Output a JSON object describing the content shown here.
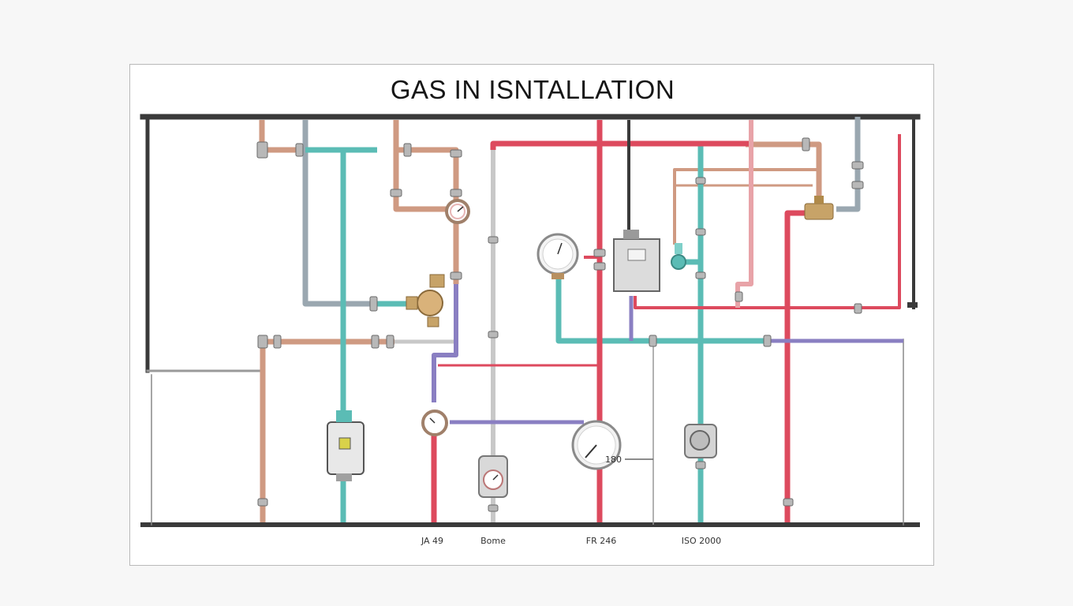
{
  "title": "GAS IN ISNTALLATION",
  "labels": {
    "side_value": "180",
    "bottom_1": "JA 49",
    "bottom_2": "Bome",
    "bottom_3": "FR 246",
    "bottom_4": "ISO 2000"
  },
  "colors": {
    "frame": "#3a3a3a",
    "copper": "#cf9a82",
    "teal": "#5bbcb5",
    "gray": "#9aa7b0",
    "red": "#dd4a5e",
    "purple": "#8a7fc2",
    "brass": "#c7a368",
    "pink": "#e8a3a8"
  }
}
